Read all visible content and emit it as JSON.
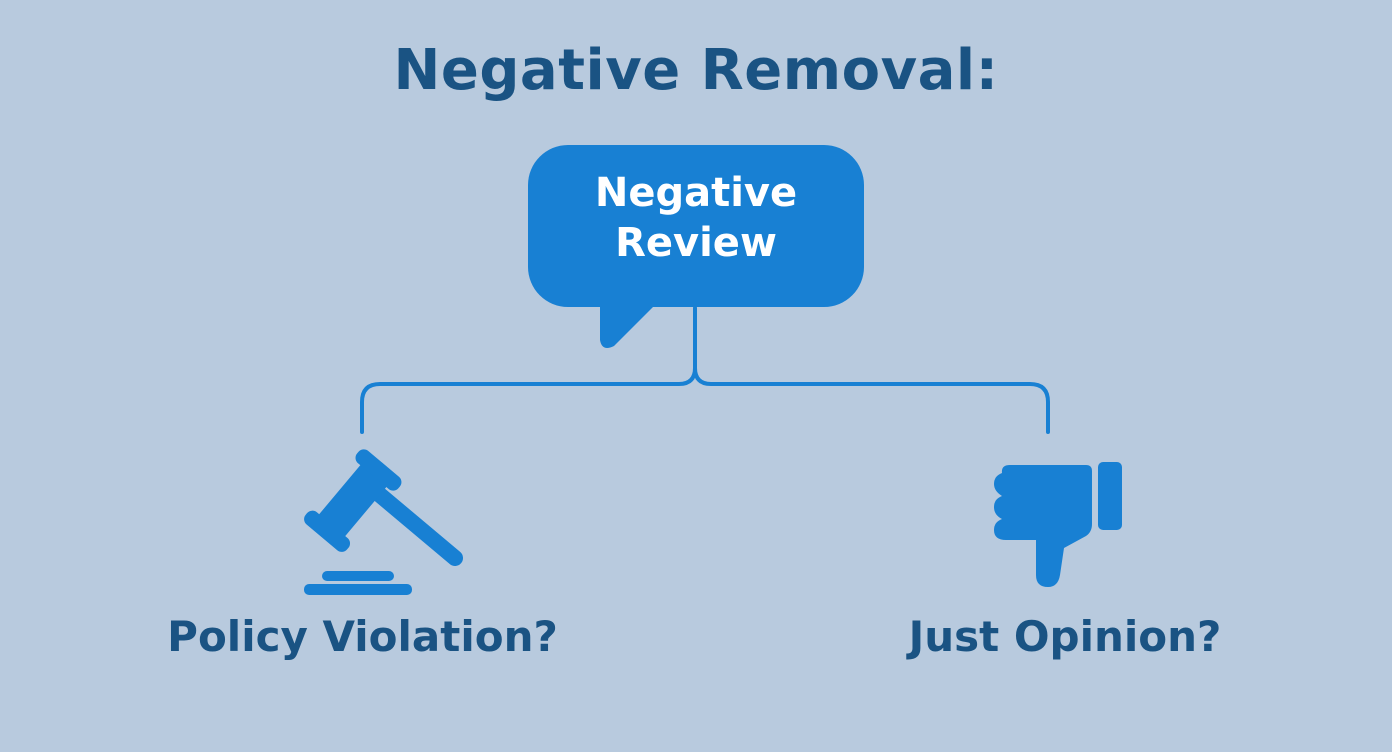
{
  "title": "Negative Removal:",
  "center_node": {
    "line1": "Negative",
    "line2": "Review"
  },
  "branches": [
    {
      "label": "Policy Violation?",
      "icon": "gavel-icon"
    },
    {
      "label": "Just Opinion?",
      "icon": "thumbs-down-icon"
    }
  ],
  "colors": {
    "background": "#b8cade",
    "accent": "#1880d3",
    "title_text": "#1a5383"
  }
}
